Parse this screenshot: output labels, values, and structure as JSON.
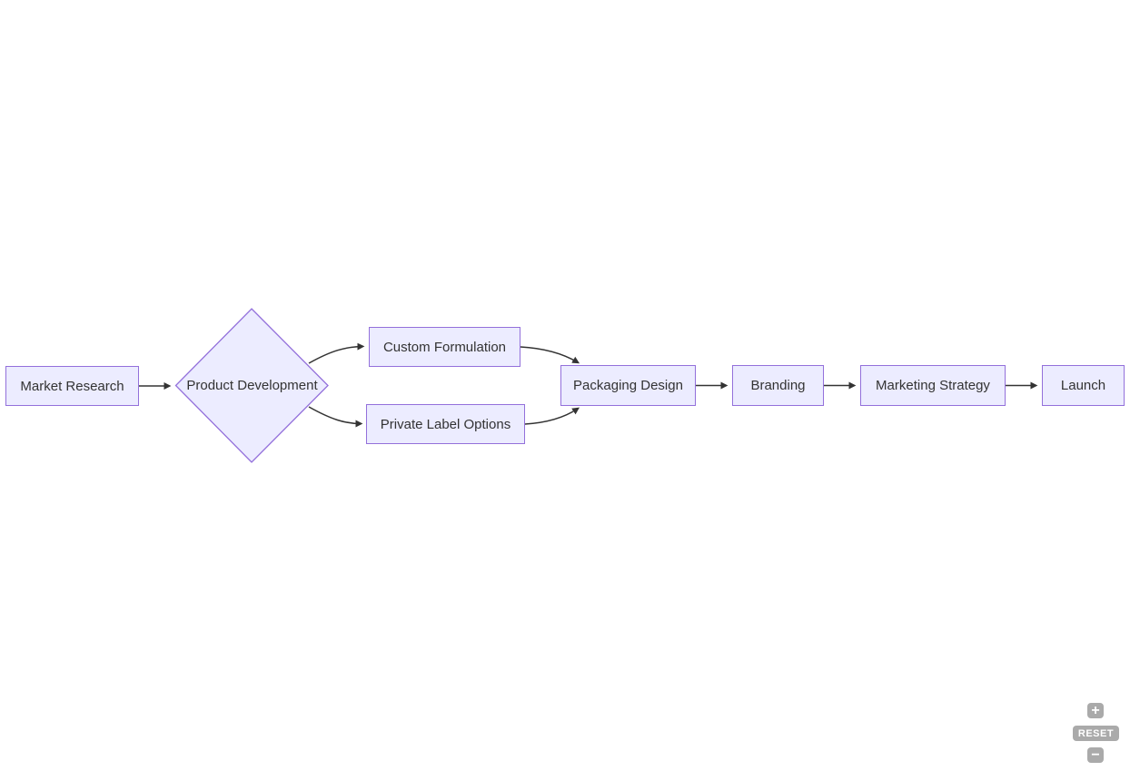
{
  "diagram": {
    "type": "flowchart",
    "direction": "left-to-right",
    "nodes": [
      {
        "id": "market-research",
        "label": "Market Research",
        "shape": "rectangle"
      },
      {
        "id": "product-development",
        "label": "Product Development",
        "shape": "diamond"
      },
      {
        "id": "custom-formulation",
        "label": "Custom Formulation",
        "shape": "rectangle"
      },
      {
        "id": "private-label-options",
        "label": "Private Label Options",
        "shape": "rectangle"
      },
      {
        "id": "packaging-design",
        "label": "Packaging Design",
        "shape": "rectangle"
      },
      {
        "id": "branding",
        "label": "Branding",
        "shape": "rectangle"
      },
      {
        "id": "marketing-strategy",
        "label": "Marketing Strategy",
        "shape": "rectangle"
      },
      {
        "id": "launch",
        "label": "Launch",
        "shape": "rectangle"
      }
    ],
    "edges": [
      {
        "from": "Market Research",
        "to": "Product Development"
      },
      {
        "from": "Product Development",
        "to": "Custom Formulation"
      },
      {
        "from": "Product Development",
        "to": "Private Label Options"
      },
      {
        "from": "Custom Formulation",
        "to": "Packaging Design"
      },
      {
        "from": "Private Label Options",
        "to": "Packaging Design"
      },
      {
        "from": "Packaging Design",
        "to": "Branding"
      },
      {
        "from": "Branding",
        "to": "Marketing Strategy"
      },
      {
        "from": "Marketing Strategy",
        "to": "Launch"
      }
    ],
    "colors": {
      "node_fill": "#ECECFF",
      "node_border": "#9370DB",
      "edge_line": "#333333",
      "label_text": "#333333",
      "background": "#FFFFFF",
      "control_button": "#AAAAAA",
      "control_glyph": "#FFFFFF"
    }
  },
  "zoom_controls": {
    "zoom_in_label": "+",
    "reset_label": "RESET",
    "zoom_out_label": "−"
  }
}
